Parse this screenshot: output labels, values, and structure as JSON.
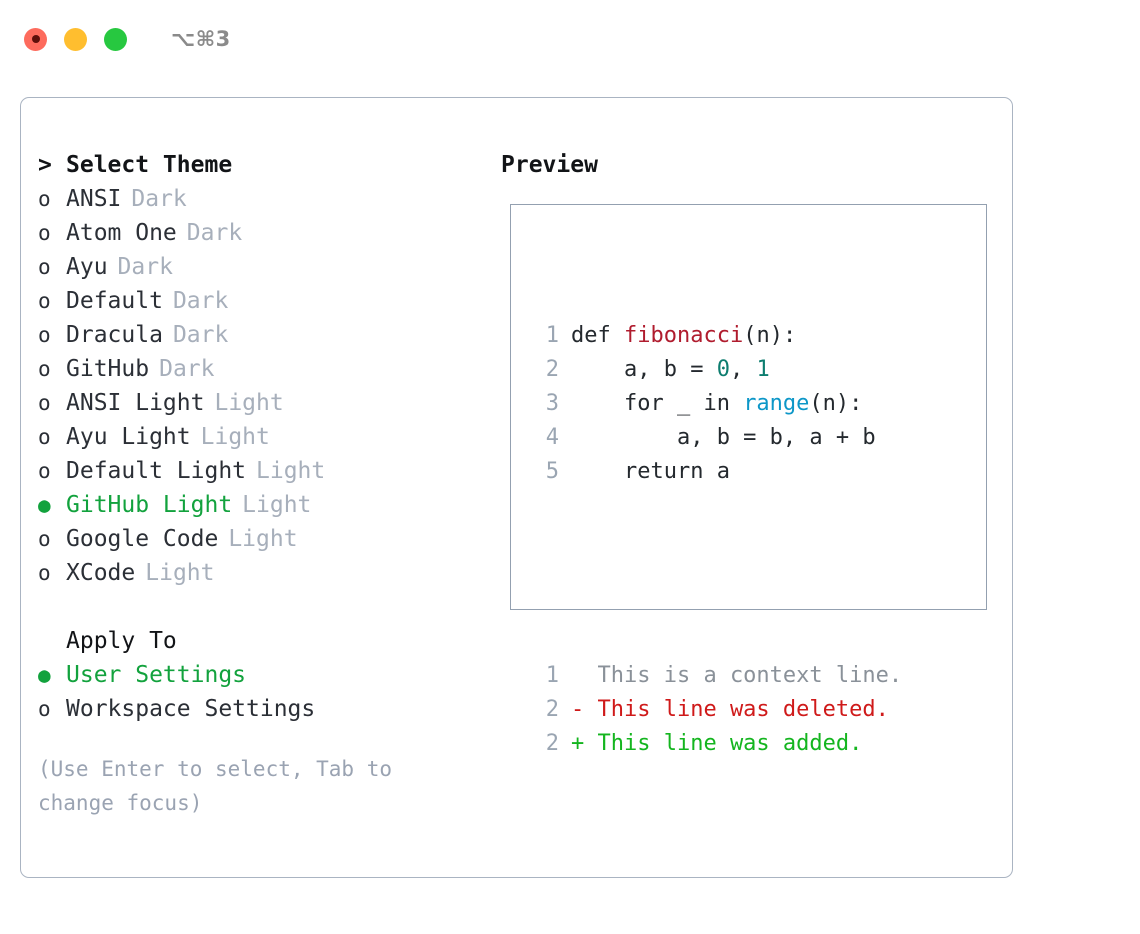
{
  "titlebar": {
    "shortcut": "⌥⌘3",
    "lights": [
      {
        "name": "close",
        "color": "#fd6b5d"
      },
      {
        "name": "minimize",
        "color": "#ffbe2f"
      },
      {
        "name": "maximize",
        "color": "#27c840"
      }
    ]
  },
  "theme_section": {
    "marker": ">",
    "title": "Select Theme",
    "items": [
      {
        "marker": "o",
        "label": "ANSI",
        "tag": "Dark",
        "selected": false
      },
      {
        "marker": "o",
        "label": "Atom One",
        "tag": "Dark",
        "selected": false
      },
      {
        "marker": "o",
        "label": "Ayu",
        "tag": "Dark",
        "selected": false
      },
      {
        "marker": "o",
        "label": "Default",
        "tag": "Dark",
        "selected": false
      },
      {
        "marker": "o",
        "label": "Dracula",
        "tag": "Dark",
        "selected": false
      },
      {
        "marker": "o",
        "label": "GitHub",
        "tag": "Dark",
        "selected": false
      },
      {
        "marker": "o",
        "label": "ANSI Light",
        "tag": "Light",
        "selected": false
      },
      {
        "marker": "o",
        "label": "Ayu Light",
        "tag": "Light",
        "selected": false
      },
      {
        "marker": "o",
        "label": "Default Light",
        "tag": "Light",
        "selected": false
      },
      {
        "marker": "●",
        "label": "GitHub Light",
        "tag": "Light",
        "selected": true
      },
      {
        "marker": "o",
        "label": "Google Code",
        "tag": "Light",
        "selected": false
      },
      {
        "marker": "o",
        "label": "XCode",
        "tag": "Light",
        "selected": false
      }
    ]
  },
  "apply_section": {
    "marker": " ",
    "title": "Apply To",
    "items": [
      {
        "marker": "●",
        "label": "User Settings",
        "tag": "",
        "selected": true
      },
      {
        "marker": "o",
        "label": "Workspace Settings",
        "tag": "",
        "selected": false
      }
    ]
  },
  "hint": "(Use Enter to select, Tab to change focus)",
  "preview": {
    "title": "Preview",
    "code_lines": [
      {
        "lineno": "1",
        "segments": [
          {
            "text": "def ",
            "token": "plain"
          },
          {
            "text": "fibonacci",
            "token": "function"
          },
          {
            "text": "(n):",
            "token": "plain"
          }
        ]
      },
      {
        "lineno": "2",
        "segments": [
          {
            "text": "    a, b = ",
            "token": "plain"
          },
          {
            "text": "0",
            "token": "number"
          },
          {
            "text": ", ",
            "token": "plain"
          },
          {
            "text": "1",
            "token": "number"
          }
        ]
      },
      {
        "lineno": "3",
        "segments": [
          {
            "text": "    for _ in ",
            "token": "plain"
          },
          {
            "text": "range",
            "token": "call"
          },
          {
            "text": "(n):",
            "token": "plain"
          }
        ]
      },
      {
        "lineno": "4",
        "segments": [
          {
            "text": "        a, b = b, a + b",
            "token": "plain"
          }
        ]
      },
      {
        "lineno": "5",
        "segments": [
          {
            "text": "    return a",
            "token": "plain"
          }
        ]
      }
    ],
    "diff_lines": [
      {
        "lineno": "1",
        "text": "  This is a context line.",
        "kind": "context"
      },
      {
        "lineno": "2",
        "text": "- This line was deleted.",
        "kind": "deleted"
      },
      {
        "lineno": "2",
        "text": "+ This line was added.",
        "kind": "added"
      }
    ]
  },
  "colors": {
    "accent_green": "#12a23d",
    "muted_gray": "#a7afbb",
    "hint_gray": "#9aa3b2",
    "border": "#aab4c2",
    "preview_border": "#93a0b0",
    "token_function": "#b01c2e",
    "token_number": "#0d7d6f",
    "token_call": "#0d97c8",
    "diff_context": "#8a9199",
    "diff_deleted": "#cf1a1a",
    "diff_added": "#14b51f"
  }
}
